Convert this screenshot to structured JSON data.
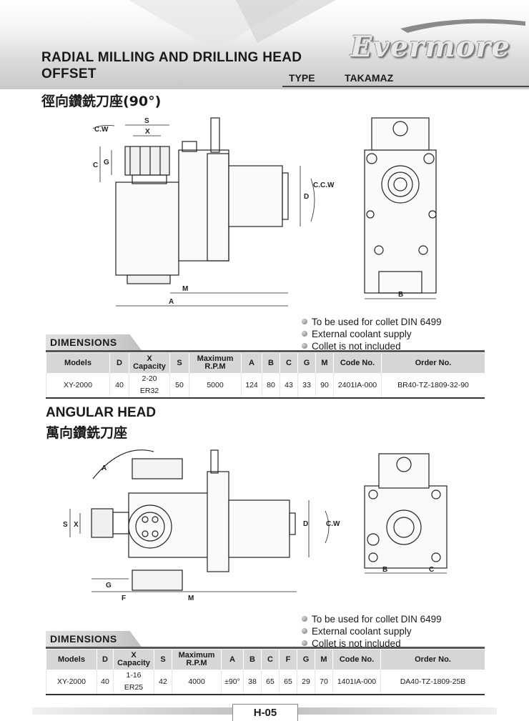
{
  "header": {
    "title_line1": "RADIAL MILLING AND DRILLING HEAD",
    "title_line2": "OFFSET",
    "brand": "Evermore",
    "type_label": "TYPE",
    "type_value": "TAKAMAZ"
  },
  "section1": {
    "chinese_title": "徑向鑽銑刀座(90°)",
    "drawing_labels": {
      "S": "S",
      "X": "X",
      "C": "C",
      "G": "G",
      "D": "D",
      "M": "M",
      "A": "A",
      "B": "B",
      "cw": "C.W",
      "ccw": "C.C.W"
    },
    "notes": [
      "To be used for collet DIN 6499",
      "External coolant supply",
      "Collet is not included"
    ],
    "dimensions_label": "DIMENSIONS",
    "table": {
      "headers": [
        "Models",
        "D",
        "X Capacity",
        "S",
        "Maximum R.P.M",
        "A",
        "B",
        "C",
        "G",
        "M",
        "Code No.",
        "Order No."
      ],
      "rows": [
        {
          "model": "XY-2000",
          "D": "40",
          "X_line1": "2-20",
          "X_line2": "ER32",
          "S": "50",
          "rpm": "5000",
          "A": "124",
          "B": "80",
          "C": "43",
          "G": "33",
          "M": "90",
          "code": "2401IA-000",
          "order": "BR40-TZ-1809-32-90"
        }
      ]
    }
  },
  "section2": {
    "title": "ANGULAR HEAD",
    "chinese_title": "萬向鑽銑刀座",
    "drawing_labels": {
      "A": "A",
      "S": "S",
      "X": "X",
      "D": "D",
      "G": "G",
      "F": "F",
      "M": "M",
      "B": "B",
      "C": "C",
      "cw": "C.W"
    },
    "notes": [
      "To be used for collet DIN 6499",
      "External coolant supply",
      "Collet is not included"
    ],
    "dimensions_label": "DIMENSIONS",
    "table": {
      "headers": [
        "Models",
        "D",
        "X Capacity",
        "S",
        "Maximum R.P.M",
        "A",
        "B",
        "C",
        "F",
        "G",
        "M",
        "Code No.",
        "Order No."
      ],
      "rows": [
        {
          "model": "XY-2000",
          "D": "40",
          "X_line1": "1-16",
          "X_line2": "ER25",
          "S": "42",
          "rpm": "4000",
          "A": "±90°",
          "B": "38",
          "C": "65",
          "F": "65",
          "G": "29",
          "M": "70",
          "code": "1401IA-000",
          "order": "DA40-TZ-1809-25B"
        }
      ]
    }
  },
  "footer": {
    "page": "H-05"
  }
}
